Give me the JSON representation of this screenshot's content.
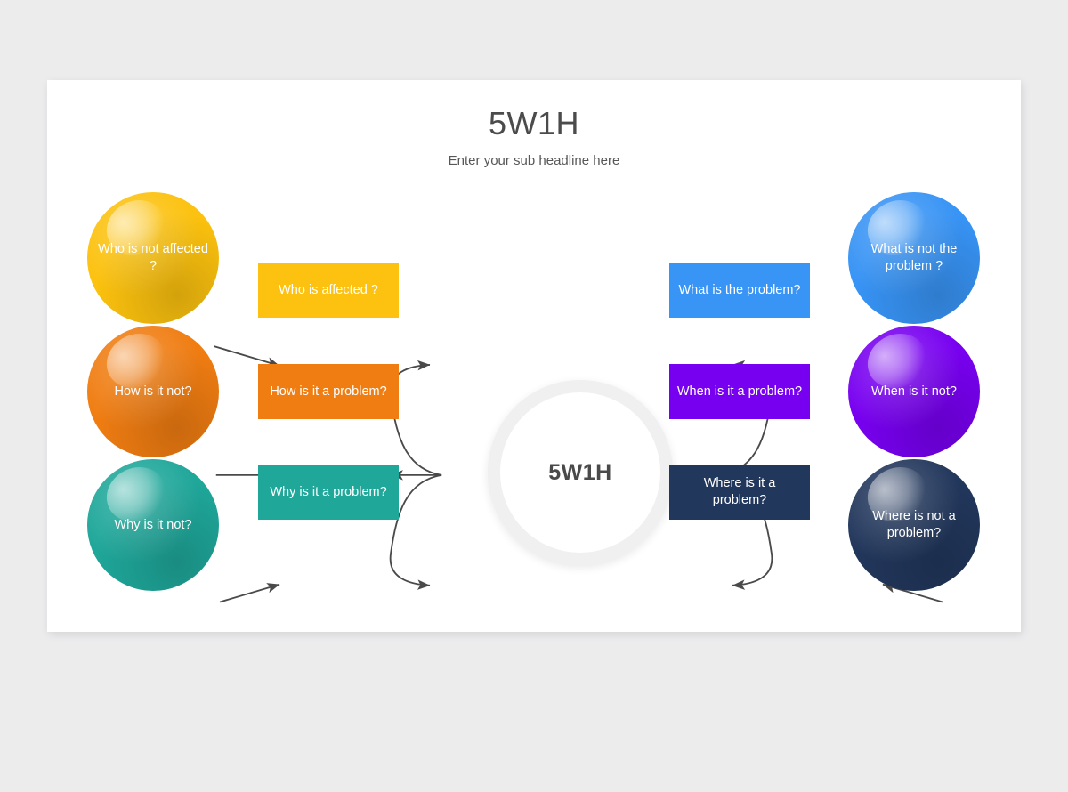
{
  "header": {
    "title": "5W1H",
    "subtitle": "Enter your sub headline here"
  },
  "center": {
    "label": "5W1H"
  },
  "colors": {
    "background": "#ececed",
    "card": "#ffffff",
    "ring": "#f0f0f0",
    "yellow": "#fcc20f",
    "orange": "#f07d12",
    "teal": "#1fa79a",
    "blue": "#3894f5",
    "violet": "#7800f0",
    "navy": "#22375c",
    "connector": "#4a4a4a",
    "text_dark": "#4b4b4b",
    "text_light": "#ffffff"
  },
  "left_bubbles": [
    {
      "label": "Who is not affected ?",
      "color": "#fcc20f",
      "name": "bubble-who-not-affected"
    },
    {
      "label": "How is it not?",
      "color": "#f07d12",
      "name": "bubble-how-not"
    },
    {
      "label": "Why is it not?",
      "color": "#1fa79a",
      "name": "bubble-why-not"
    }
  ],
  "left_boxes": [
    {
      "label": "Who is affected ?",
      "color": "#fcc20f",
      "name": "box-who-affected"
    },
    {
      "label": "How is it a problem?",
      "color": "#f07d12",
      "name": "box-how-problem"
    },
    {
      "label": "Why is it a problem?",
      "color": "#1fa79a",
      "name": "box-why-problem"
    }
  ],
  "right_boxes": [
    {
      "label": "What is the problem?",
      "color": "#3894f5",
      "name": "box-what-problem"
    },
    {
      "label": "When is it a problem?",
      "color": "#7800f0",
      "name": "box-when-problem"
    },
    {
      "label": "Where is it a problem?",
      "color": "#22375c",
      "name": "box-where-problem"
    }
  ],
  "right_bubbles": [
    {
      "label": "What is not the problem ?",
      "color": "#3894f5",
      "name": "bubble-what-not-problem"
    },
    {
      "label": "When is it not?",
      "color": "#7800f0",
      "name": "bubble-when-not"
    },
    {
      "label": "Where is not a problem?",
      "color": "#22375c",
      "name": "bubble-where-not-problem"
    }
  ]
}
